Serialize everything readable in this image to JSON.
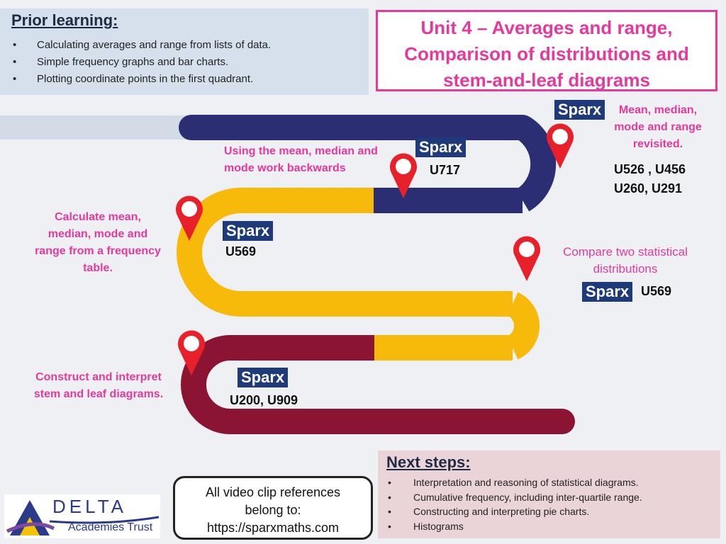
{
  "prior": {
    "heading": "Prior learning:",
    "items": [
      "Calculating averages and range from lists of data.",
      "Simple frequency graphs and bar charts.",
      "Plotting coordinate points in the first quadrant."
    ]
  },
  "unit": {
    "lines": [
      "Unit 4 – Averages and range,",
      "Comparison of distributions and",
      "stem-and-leaf diagrams"
    ]
  },
  "sparx_label": "Sparx",
  "milestones": {
    "m1": {
      "lines": [
        "Mean, median,",
        "mode and range",
        "revisited."
      ],
      "codes": [
        "U526 , U456",
        "U260, U291"
      ]
    },
    "m2": {
      "lines": [
        "Using the mean, median and",
        "mode work backwards"
      ],
      "code": "U717"
    },
    "m3": {
      "lines": [
        "Calculate mean,",
        "median, mode and",
        "range from a frequency",
        "table."
      ],
      "code": "U569"
    },
    "m4": {
      "lines": [
        "Compare two statistical",
        "distributions"
      ],
      "code": "U569"
    },
    "m5": {
      "lines": [
        "Construct and interpret",
        "stem and leaf diagrams."
      ],
      "codes": [
        "U200, U909"
      ]
    }
  },
  "next": {
    "heading": "Next steps:",
    "items": [
      "Interpretation and reasoning of statistical diagrams.",
      "Cumulative frequency, including inter-quartile range.",
      "Constructing and interpreting pie charts.",
      "Histograms"
    ]
  },
  "video": {
    "lines": [
      "All video clip references",
      "belong to:",
      "https://sparxmaths.com"
    ]
  },
  "logo": {
    "name": "DELTA",
    "sub": "Academies Trust"
  },
  "colors": {
    "navy": "#2b2e73",
    "yellow": "#f7b90a",
    "maroon": "#8a1432",
    "pink": "#e6399b",
    "pin": "#e8202a"
  }
}
